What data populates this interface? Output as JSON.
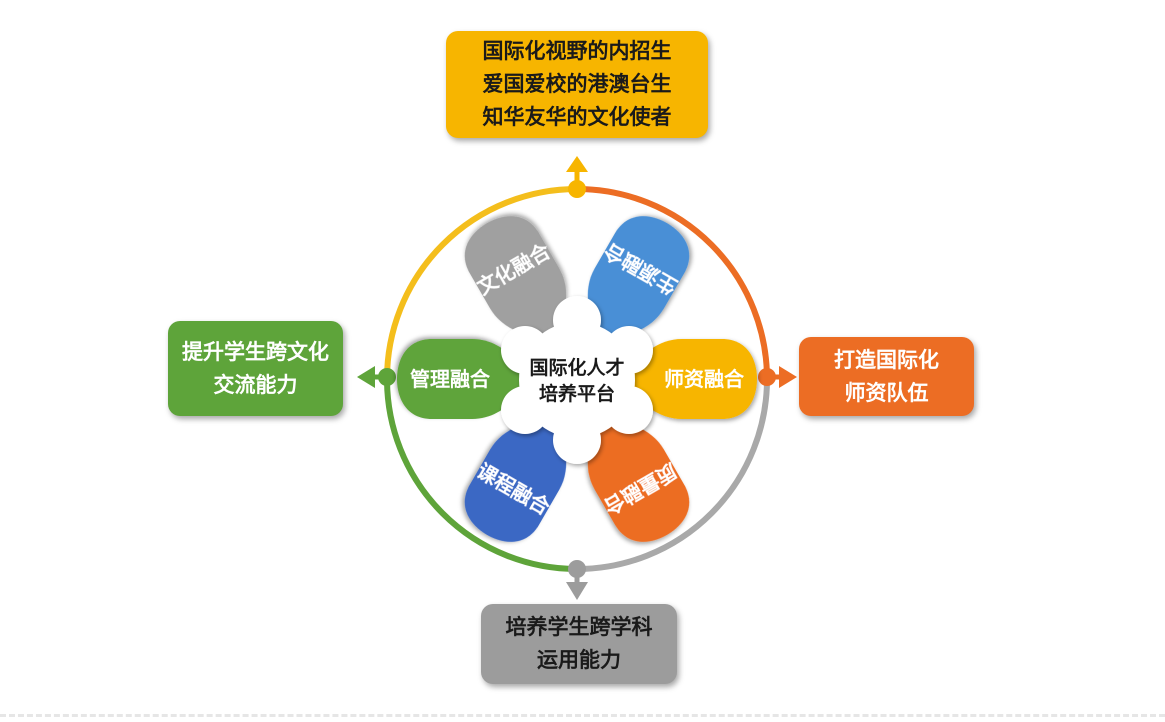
{
  "center": {
    "line1": "国际化人才",
    "line2": "培养平台"
  },
  "petals": [
    {
      "id": "culture",
      "label": "文化融合",
      "color": "#a0a0a0"
    },
    {
      "id": "source",
      "label": "生源融合",
      "color": "#4a8fd6"
    },
    {
      "id": "faculty",
      "label": "师资融合",
      "color": "#f7b500"
    },
    {
      "id": "quality",
      "label": "质量融合",
      "color": "#ec6d24"
    },
    {
      "id": "course",
      "label": "课程融合",
      "color": "#3a67c4"
    },
    {
      "id": "management",
      "label": "管理融合",
      "color": "#5ea43a"
    }
  ],
  "outputs": {
    "top": {
      "lines": [
        "国际化视野的内招生",
        "爱国爱校的港澳台生",
        "知华友华的文化使者"
      ],
      "color": "#f7b500"
    },
    "left": {
      "lines": [
        "提升学生跨文化",
        "交流能力"
      ],
      "color": "#5ea43a"
    },
    "right": {
      "lines": [
        "打造国际化",
        "师资队伍"
      ],
      "color": "#ec6d24"
    },
    "bottom": {
      "lines": [
        "培养学生跨学科",
        "运用能力"
      ],
      "color": "#9c9c9c"
    }
  },
  "ring_colors": {
    "top_right": "#ec6d24",
    "bottom_right": "#a9a9a9",
    "bottom_left": "#5ea43a",
    "top_left": "#f4be1c"
  }
}
